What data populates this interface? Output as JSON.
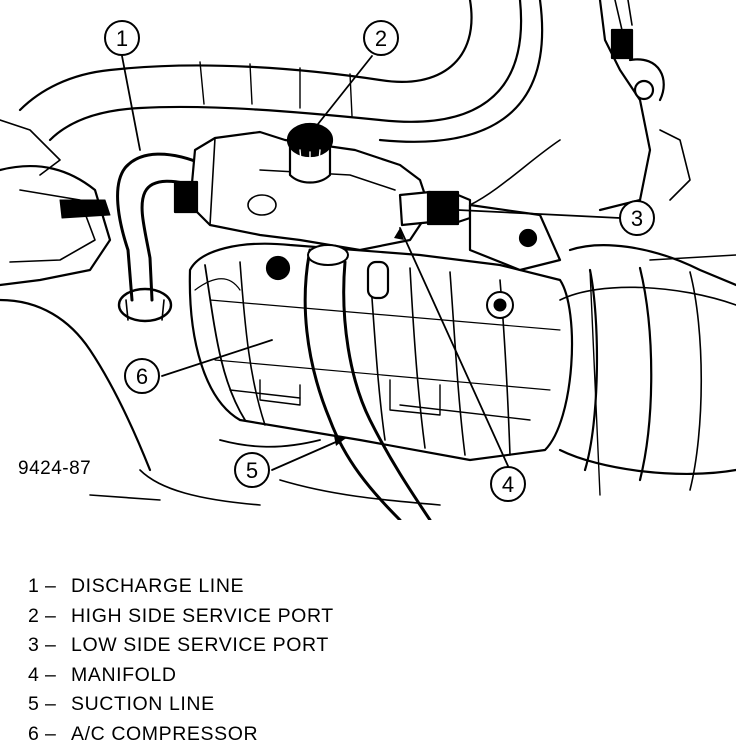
{
  "figure": {
    "id": "9424-87",
    "callouts": [
      "1",
      "2",
      "3",
      "4",
      "5",
      "6"
    ]
  },
  "legend": [
    {
      "number": "1",
      "separator": "–",
      "label": "DISCHARGE LINE"
    },
    {
      "number": "2",
      "separator": "–",
      "label": "HIGH SIDE SERVICE PORT"
    },
    {
      "number": "3",
      "separator": "–",
      "label": "LOW SIDE SERVICE PORT"
    },
    {
      "number": "4",
      "separator": "–",
      "label": "MANIFOLD"
    },
    {
      "number": "5",
      "separator": "–",
      "label": "SUCTION LINE"
    },
    {
      "number": "6",
      "separator": "–",
      "label": "A/C COMPRESSOR"
    }
  ]
}
